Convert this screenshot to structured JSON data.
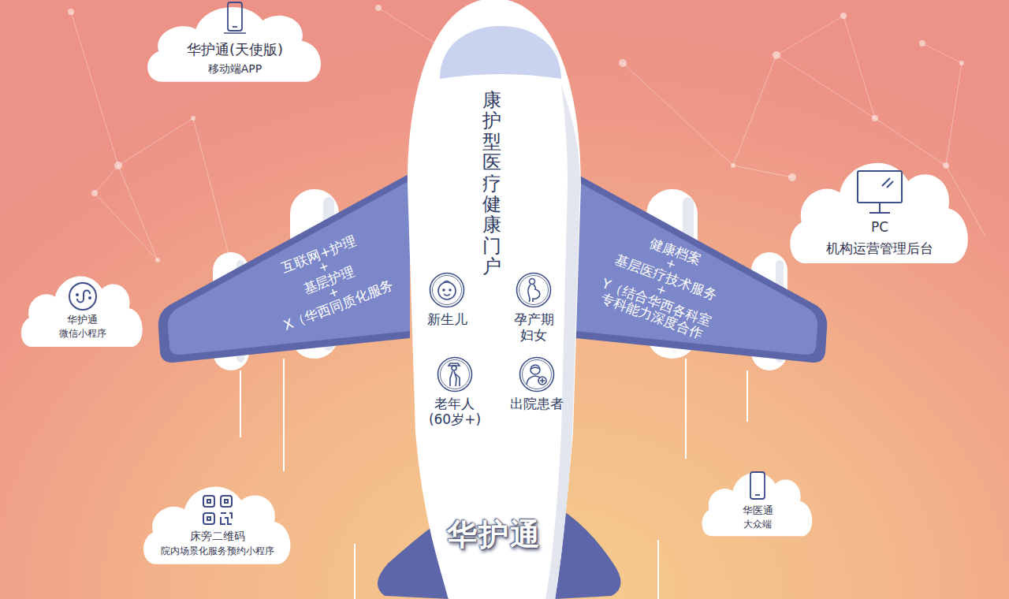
{
  "diagram": {
    "nodes": [
      {
        "text": [
          "华护通(天使版)",
          "移动端APP"
        ]
      },
      {
        "text": [
          "康护型医疗健康门户",
          "华护通"
        ]
      },
      {
        "text": [
          "互联网+护理",
          "+",
          "基层护理",
          "+",
          "X（华西同质化服务"
        ]
      },
      {
        "text": [
          "健康档案",
          "+",
          "基层医疗技术服务",
          "+",
          "Y（结合华西各科室",
          "专科能力深度合作"
        ]
      },
      {
        "text": [
          "PC",
          "机构运营管理后台"
        ]
      },
      {
        "text": [
          "华护通",
          "微信小程序"
        ]
      },
      {
        "text": [
          "新生儿"
        ],
        "in": 1
      },
      {
        "text": [
          "孕产期 妇女"
        ],
        "in": 1
      },
      {
        "text": [
          "老年人 (60岁+)"
        ],
        "in": 1
      },
      {
        "text": [
          "出院患者"
        ],
        "in": 1
      },
      {
        "text": [
          "床旁二维码",
          "院内场景化服务预约小程序"
        ]
      },
      {
        "text": [
          "华医通",
          "大众端"
        ]
      }
    ]
  }
}
